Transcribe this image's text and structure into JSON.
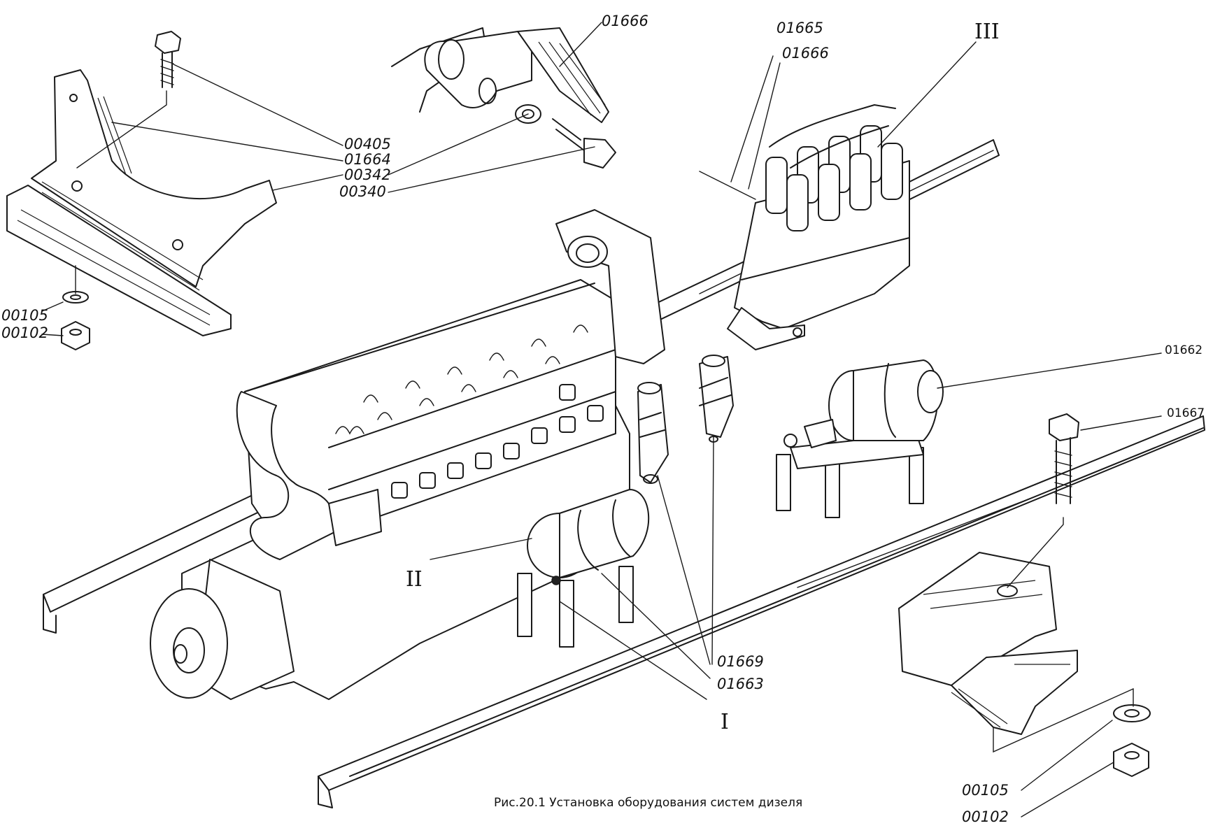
{
  "caption": "Рис.20.1 Установка оборудования систем дизеля",
  "labels": {
    "p00405": "00405",
    "p01664": "01664",
    "p00342": "00342",
    "p00340": "00340",
    "p00105_left": "00105",
    "p00102_left": "00102",
    "p01666_top": "01666",
    "p01665": "01665",
    "p01666_right": "01666",
    "roman3": "III",
    "p01662": "01662",
    "p01667": "01667",
    "roman2": "II",
    "p01669": "01669",
    "p01663": "01663",
    "roman1": "I",
    "p00105_right": "00105",
    "p00102_right": "00102"
  }
}
